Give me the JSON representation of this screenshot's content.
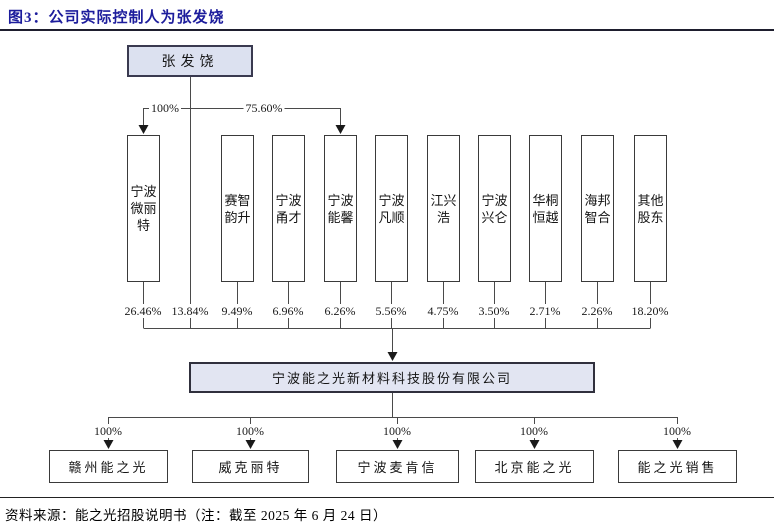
{
  "title": "图3：公司实际控制人为张发饶",
  "source": "资料来源：能之光招股说明书（注：截至 2025 年 6 月 24 日）",
  "diagram": {
    "controller": "张发饶",
    "controller_links": {
      "left_pct": "100%",
      "right_pct": "75.60%"
    },
    "direct_holding_pct": "13.84%",
    "shareholders": [
      {
        "name": "宁波微丽特",
        "pct": "26.46%"
      },
      {
        "name": "赛智韵升",
        "pct": "9.49%"
      },
      {
        "name": "宁波甬才",
        "pct": "6.96%"
      },
      {
        "name": "宁波能馨",
        "pct": "6.26%"
      },
      {
        "name": "宁波凡顺",
        "pct": "5.56%"
      },
      {
        "name": "江兴浩",
        "pct": "4.75%"
      },
      {
        "name": "宁波兴仑",
        "pct": "3.50%"
      },
      {
        "name": "华桐恒越",
        "pct": "2.71%"
      },
      {
        "name": "海邦智合",
        "pct": "2.26%"
      },
      {
        "name": "其他股东",
        "pct": "18.20%"
      }
    ],
    "company": "宁波能之光新材料科技股份有限公司",
    "subsidiaries": [
      {
        "name": "赣州能之光",
        "pct": "100%"
      },
      {
        "name": "威克丽特",
        "pct": "100%"
      },
      {
        "name": "宁波麦肯信",
        "pct": "100%"
      },
      {
        "name": "北京能之光",
        "pct": "100%"
      },
      {
        "name": "能之光销售",
        "pct": "100%"
      }
    ],
    "colors": {
      "accent_fill": "#dce1f0",
      "title_color": "#1c1c9c",
      "line_color": "#4a4a4a"
    }
  }
}
